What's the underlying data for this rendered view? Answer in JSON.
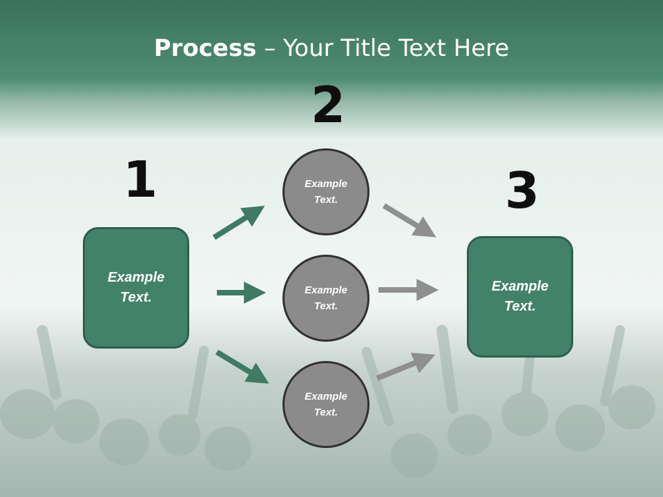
{
  "slide": {
    "title_bold": "Process",
    "title_rest": " – Your Title Text Here"
  },
  "steps": {
    "one": "1",
    "two": "2",
    "three": "3"
  },
  "nodes": {
    "left_box": "Example\nText.",
    "circle_top": "Example\nText.",
    "circle_middle": "Example\nText.",
    "circle_bottom": "Example\nText.",
    "right_box": "Example\nText."
  },
  "colors": {
    "header_green": "#3f7f67",
    "box_green": "#42826a",
    "arrow_green": "#3f7a64",
    "arrow_gray": "#8f8f8f",
    "circle_gray": "#8b8b8b"
  }
}
